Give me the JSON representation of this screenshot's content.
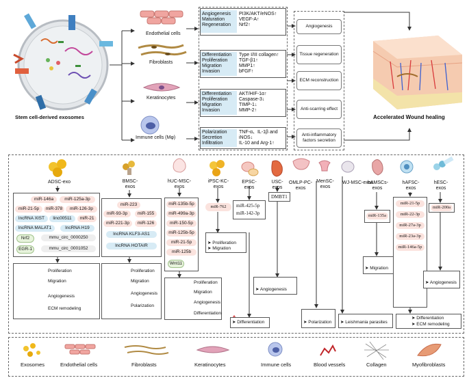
{
  "top": {
    "source_label": "Stem cell-derived exosomes",
    "cells": [
      "Endothelial cells",
      "Fibroblasts",
      "Keratinocytes",
      "Immune cells (Mφ)"
    ],
    "functions": [
      [
        "Angiogenesis",
        "Maturation",
        "Regeneration"
      ],
      [
        "Differentiation",
        "Proliferation",
        "Migration",
        "Invasion"
      ],
      [
        "Differentiation",
        "Proliferation",
        "Migration",
        "Invasion"
      ],
      [
        "Polarization",
        "Secretion",
        "Infiltration"
      ]
    ],
    "molecules": [
      [
        "PI3K/AKT/eNOS↑",
        "VEGF-A↑",
        "Nrf2↑"
      ],
      [
        "Type I/III collagen↑",
        "TGF-β1↑",
        "MMP1↑",
        "bFGF↑"
      ],
      [
        "AKT/HIF-1α↑",
        "Caspase-3↓",
        "TIMP-1↓",
        "MMP-2↑"
      ],
      [
        "TNF-α、IL-1β and",
        "iNOS↓",
        "IL-10 and Arg-1↑"
      ]
    ],
    "outcomes": [
      "Angiogenesis",
      "Tissue regeneration",
      "ECM reconstruction",
      "Anti-scarring effect",
      "Anti-inflammatory factors secretion"
    ],
    "result_label": "Accelerated Wound healing"
  },
  "sources": [
    "ADSC-exo",
    "BMSC-exos",
    "hUC-MSC-exos",
    "iPSC-KC-exos",
    "EPSC-exos",
    "USC-exos",
    "OMLP-PC-exos",
    "MenSC-exos",
    "WJ-MSC-exos",
    "hAMSCs-exos",
    "hAFSC-exos",
    "hESC-exos"
  ],
  "adsc": {
    "mirnas": [
      "miR-146a",
      "miR-125a-3p",
      "miR-21-5p",
      "miR-378",
      "miR-126-3p",
      "lncRNA XIST",
      "linc00511",
      "miR-21",
      "lncRNA MALAT1",
      "lncRNA H19",
      "Nrf2",
      "mmu_circ_0000250",
      "EGR-1",
      "mmu_circ_0001052"
    ],
    "effects": [
      "Proliferation",
      "Migration",
      "Angiogenesis",
      "ECM remodeling"
    ]
  },
  "bmsc": {
    "mirnas": [
      "miR-223",
      "miR-93-3p",
      "miR-155",
      "miR-221-3p",
      "miR-126",
      "lncRNA KLF3-AS1",
      "lncRNA HOTAIR"
    ],
    "effects": [
      "Proliferation",
      "Migration",
      "Angiogenesis",
      "Polarization"
    ]
  },
  "huc": {
    "mirnas": [
      "miR-135b-5p",
      "miR-499a-3p",
      "miR-150-5p",
      "miR-125b-5p",
      "miR-21-5p",
      "miR-125b",
      "Wnt11"
    ],
    "effects": [
      "Proliferation",
      "Migration",
      "Angiogenesis",
      "Differentiation"
    ]
  },
  "ipsc": {
    "mirnas": [
      "miR-762"
    ],
    "effects": [
      "Proliferation",
      "Migration"
    ]
  },
  "epsc": {
    "mirnas": [
      "miR-425-5p",
      "miR-142-3p"
    ]
  },
  "usc": {
    "mirnas": [
      "DMBT1"
    ],
    "effects": [
      "Angiogenesis"
    ]
  },
  "hamsc": {
    "mirnas": [
      "miR-135a"
    ],
    "effects": [
      "Migration"
    ]
  },
  "hafsc": {
    "mirnas": [
      "miR-21-5p",
      "miR-22-3p",
      "miR-27a-3p",
      "miR-23a-3p",
      "miR-146a-5p"
    ]
  },
  "hesc": {
    "mirnas": [
      "miR-200a"
    ],
    "effects": [
      "Angiogenesis"
    ]
  },
  "bottom_effects": {
    "differentiation": "Differentiation",
    "polarization": "Polarization",
    "leishmania": "Leishmania parasites",
    "hafsc_effects": [
      "Differentiation",
      "ECM remodeling"
    ]
  },
  "legend": [
    "Exosomes",
    "Endothelial cells",
    "Fibroblasts",
    "Keratinocytes",
    "Immune cells",
    "Blood vessels",
    "Collagen",
    "Myofibroblasts"
  ]
}
